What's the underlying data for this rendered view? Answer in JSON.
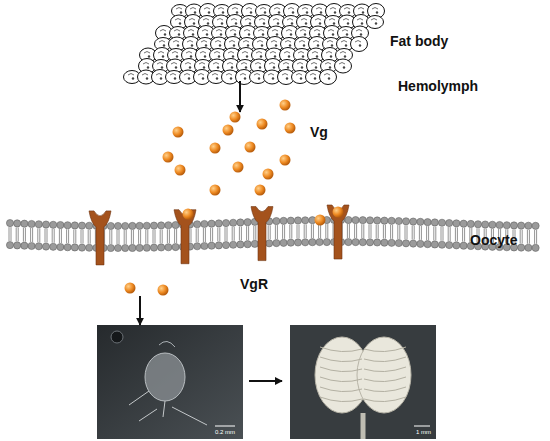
{
  "diagram": {
    "nodes": [
      {
        "text": [
          "Fat body"
        ]
      },
      {
        "text": [
          "Vg"
        ]
      },
      {
        "text": [
          "Oocyte",
          "VgR"
        ]
      },
      {
        "text": [
          "0.2 mm"
        ]
      },
      {
        "text": [
          "1 mm"
        ]
      }
    ],
    "edges": [
      {
        "from": 0,
        "to": 1,
        "arrow": "to"
      },
      {
        "from": 2,
        "to": 3,
        "arrow": "to"
      },
      {
        "from": 3,
        "to": 4,
        "arrow": "to"
      }
    ],
    "labels": [
      "Hemolymph"
    ]
  }
}
